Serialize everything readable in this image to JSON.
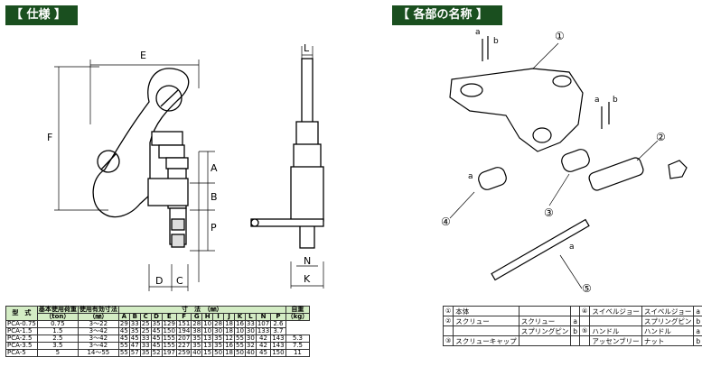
{
  "headers": {
    "spec": "【 仕様 】",
    "parts": "【 各部の名称 】"
  },
  "dim_labels": [
    "E",
    "L",
    "F",
    "A",
    "B",
    "P",
    "D",
    "C",
    "N",
    "K"
  ],
  "assembly_labels": [
    "a",
    "b",
    "a",
    "b",
    "①",
    "②",
    "③",
    "④",
    "⑤",
    "a",
    "a"
  ],
  "spec_table": {
    "col_model": "型　式",
    "col_load": "基本使用荷重",
    "col_load_unit": "（ton）",
    "col_range": "使用有効寸法",
    "col_range_unit": "（㎜）",
    "col_dims": "寸　法　（㎜）",
    "col_weight": "自重",
    "col_weight_unit": "（kg）",
    "dim_letters": [
      "A",
      "B",
      "C",
      "D",
      "E",
      "F",
      "G",
      "H",
      "I",
      "J",
      "K",
      "L",
      "N",
      "P"
    ],
    "rows": [
      [
        "PCA-0.75",
        "0.75",
        "3〜22",
        "29",
        "33",
        "25",
        "35",
        "129",
        "151",
        "28",
        "10",
        "28",
        "18",
        "16",
        "33",
        "107",
        "2.6"
      ],
      [
        "PCA-1.5",
        "1.5",
        "3〜42",
        "45",
        "35",
        "25",
        "45",
        "150",
        "194",
        "38",
        "10",
        "30",
        "18",
        "10",
        "30",
        "133",
        "3.7"
      ],
      [
        "PCA-2.5",
        "2.5",
        "3〜42",
        "45",
        "45",
        "33",
        "45",
        "155",
        "207",
        "35",
        "13",
        "35",
        "12",
        "55",
        "30",
        "42",
        "143",
        "5.3"
      ],
      [
        "PCA-3.5",
        "3.5",
        "3〜42",
        "55",
        "47",
        "33",
        "45",
        "155",
        "227",
        "35",
        "13",
        "35",
        "16",
        "55",
        "32",
        "42",
        "143",
        "7.5"
      ],
      [
        "PCA-5",
        "5",
        "14〜55",
        "55",
        "57",
        "35",
        "52",
        "197",
        "259",
        "40",
        "15",
        "50",
        "18",
        "50",
        "40",
        "45",
        "150",
        "11"
      ]
    ]
  },
  "parts_table": {
    "rows": [
      {
        "no": "①",
        "name": "本体",
        "sub": "",
        "code": "",
        "no2": "④",
        "name2": "スイベルジョー",
        "sub2": "スイベルジョー",
        "code2": "a"
      },
      {
        "no": "②",
        "name": "スクリュー",
        "sub": "スクリュー",
        "code": "a",
        "no2": "",
        "name2": "",
        "sub2": "スプリングピン",
        "code2": "b"
      },
      {
        "no": "",
        "name": "",
        "sub": "スプリングピン",
        "code": "b",
        "no2": "⑤",
        "name2": "ハンドル",
        "sub2": "ハンドル",
        "code2": "a"
      },
      {
        "no": "③",
        "name": "スクリューキャップ",
        "sub": "",
        "code": "",
        "no2": "",
        "name2": "アッセンブリー",
        "sub2": "ナット",
        "code2": "b"
      }
    ]
  }
}
